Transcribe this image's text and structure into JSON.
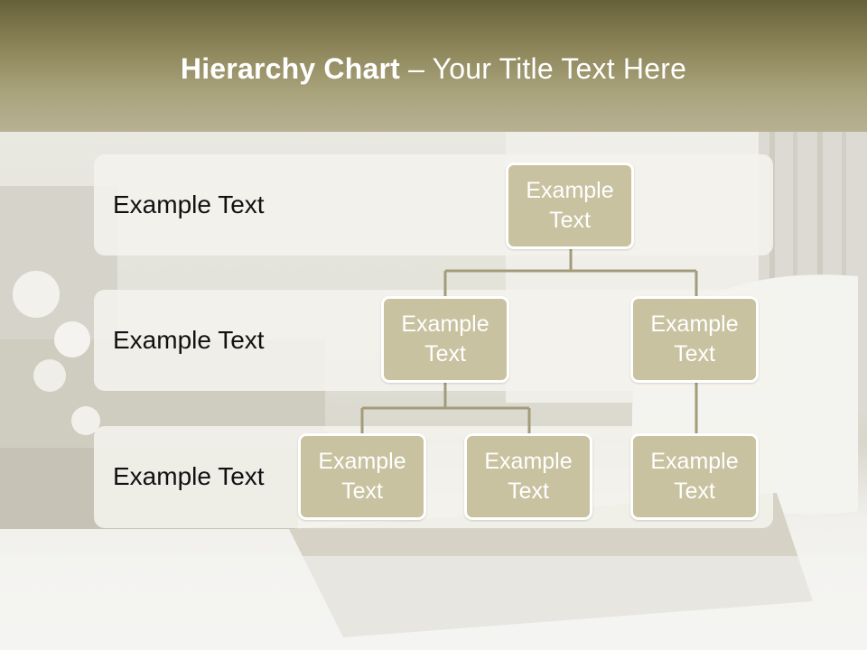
{
  "slide": {
    "title_bold": "Hierarchy Chart",
    "title_rest": " – Your Title Text Here"
  },
  "levels": [
    {
      "label": "Example Text"
    },
    {
      "label": "Example Text"
    },
    {
      "label": "Example Text"
    }
  ],
  "nodes": {
    "root": "Example Text",
    "level2_left": "Example Text",
    "level2_right": "Example Text",
    "level3_a": "Example Text",
    "level3_b": "Example Text",
    "level3_c": "Example Text"
  },
  "colors": {
    "header": "#8c8458",
    "node_fill": "#c9c2a0",
    "connector": "#a39c7b",
    "band": "#f4f3ed"
  }
}
